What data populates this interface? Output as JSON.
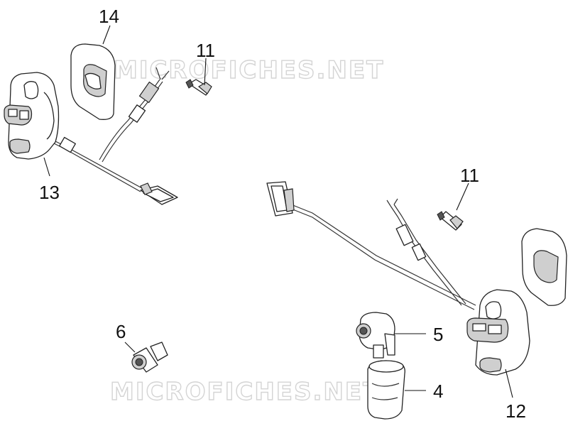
{
  "watermark": "MICROFICHES.NET",
  "parts": [
    {
      "id": "p14",
      "number": "14"
    },
    {
      "id": "p11a",
      "number": "11"
    },
    {
      "id": "p13",
      "number": "13"
    },
    {
      "id": "p11b",
      "number": "11"
    },
    {
      "id": "p6",
      "number": "6"
    },
    {
      "id": "p5",
      "number": "5"
    },
    {
      "id": "p4",
      "number": "4"
    },
    {
      "id": "p12",
      "number": "12"
    }
  ]
}
